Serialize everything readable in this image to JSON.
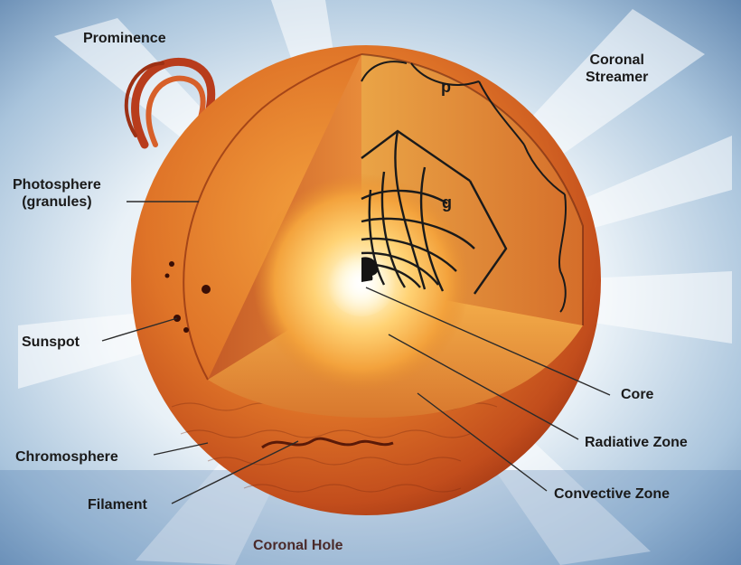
{
  "labels": {
    "prominence": "Prominence",
    "coronal_streamer": "Coronal\nStreamer",
    "photosphere": "Photosphere\n(granules)",
    "sunspot": "Sunspot",
    "chromosphere": "Chromosphere",
    "filament": "Filament",
    "coronal_hole": "Coronal Hole",
    "core": "Core",
    "radiative_zone": "Radiative Zone",
    "convective_zone": "Convective Zone",
    "p_mode": "p",
    "g_mode": "g"
  },
  "colors": {
    "sky": "#c9dbe8",
    "sky_dark": "#6d8fb4",
    "sun_outer": "#c9541e",
    "sun_mid": "#e07a2a",
    "core_glow": "#fff7d6",
    "leader": "#2b2b2b"
  }
}
